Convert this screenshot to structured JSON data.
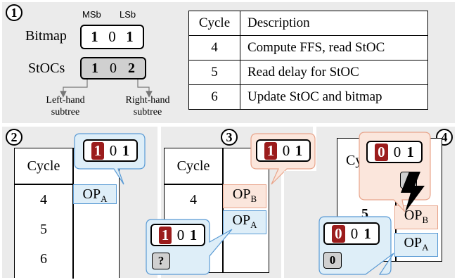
{
  "panel1": {
    "number": "1",
    "msb_label": "MSb",
    "lsb_label": "LSb",
    "bitmap_label": "Bitmap",
    "bitmap_bits": [
      "1",
      "0",
      "1"
    ],
    "stocs_label": "StOCs",
    "stocs_values": [
      "1",
      "0",
      "2"
    ],
    "left_subtree": [
      "Left-hand",
      "subtree"
    ],
    "right_subtree": [
      "Right-hand",
      "subtree"
    ],
    "table_headers": [
      "Cycle",
      "Description"
    ],
    "table_rows": [
      {
        "cycle": "4",
        "desc": "Compute FFS, read StOC"
      },
      {
        "cycle": "5",
        "desc": "Read delay for StOC"
      },
      {
        "cycle": "6",
        "desc": "Update StOC and bitmap"
      }
    ]
  },
  "panel2": {
    "number": "2",
    "header": "Cycle",
    "cycles": [
      "4",
      "5",
      "6"
    ],
    "op": "OP",
    "op_sub": "A",
    "bubble_bits": [
      "1",
      "0",
      "1"
    ]
  },
  "panel3": {
    "number": "3",
    "header": "Cycle",
    "cycles": [
      "4"
    ],
    "op_b": "OP",
    "op_b_sub": "B",
    "op_a": "OP",
    "op_a_sub": "A",
    "bubble_top_bits": [
      "1",
      "0",
      "1"
    ],
    "bubble_bottom_bits": [
      "1",
      "0",
      "1"
    ],
    "unknown": "?"
  },
  "panel4": {
    "number": "4",
    "header_partial": "Cy",
    "cycle_partial": "5",
    "op_b": "OP",
    "op_b_sub": "B",
    "op_a": "OP",
    "op_a_sub": "A",
    "bubble_top_bits": [
      "0",
      "0",
      "1"
    ],
    "bubble_bottom_bits": [
      "0",
      "0",
      "1"
    ],
    "zero": "0"
  },
  "colors": {
    "red_bit": "#9b1c1c",
    "blue_bubble": "#deeef8",
    "blue_border": "#5b9bd5",
    "peach_bubble": "#fbe6dc",
    "peach_border": "#e8a58c",
    "panel_bg": "#ebebeb"
  }
}
